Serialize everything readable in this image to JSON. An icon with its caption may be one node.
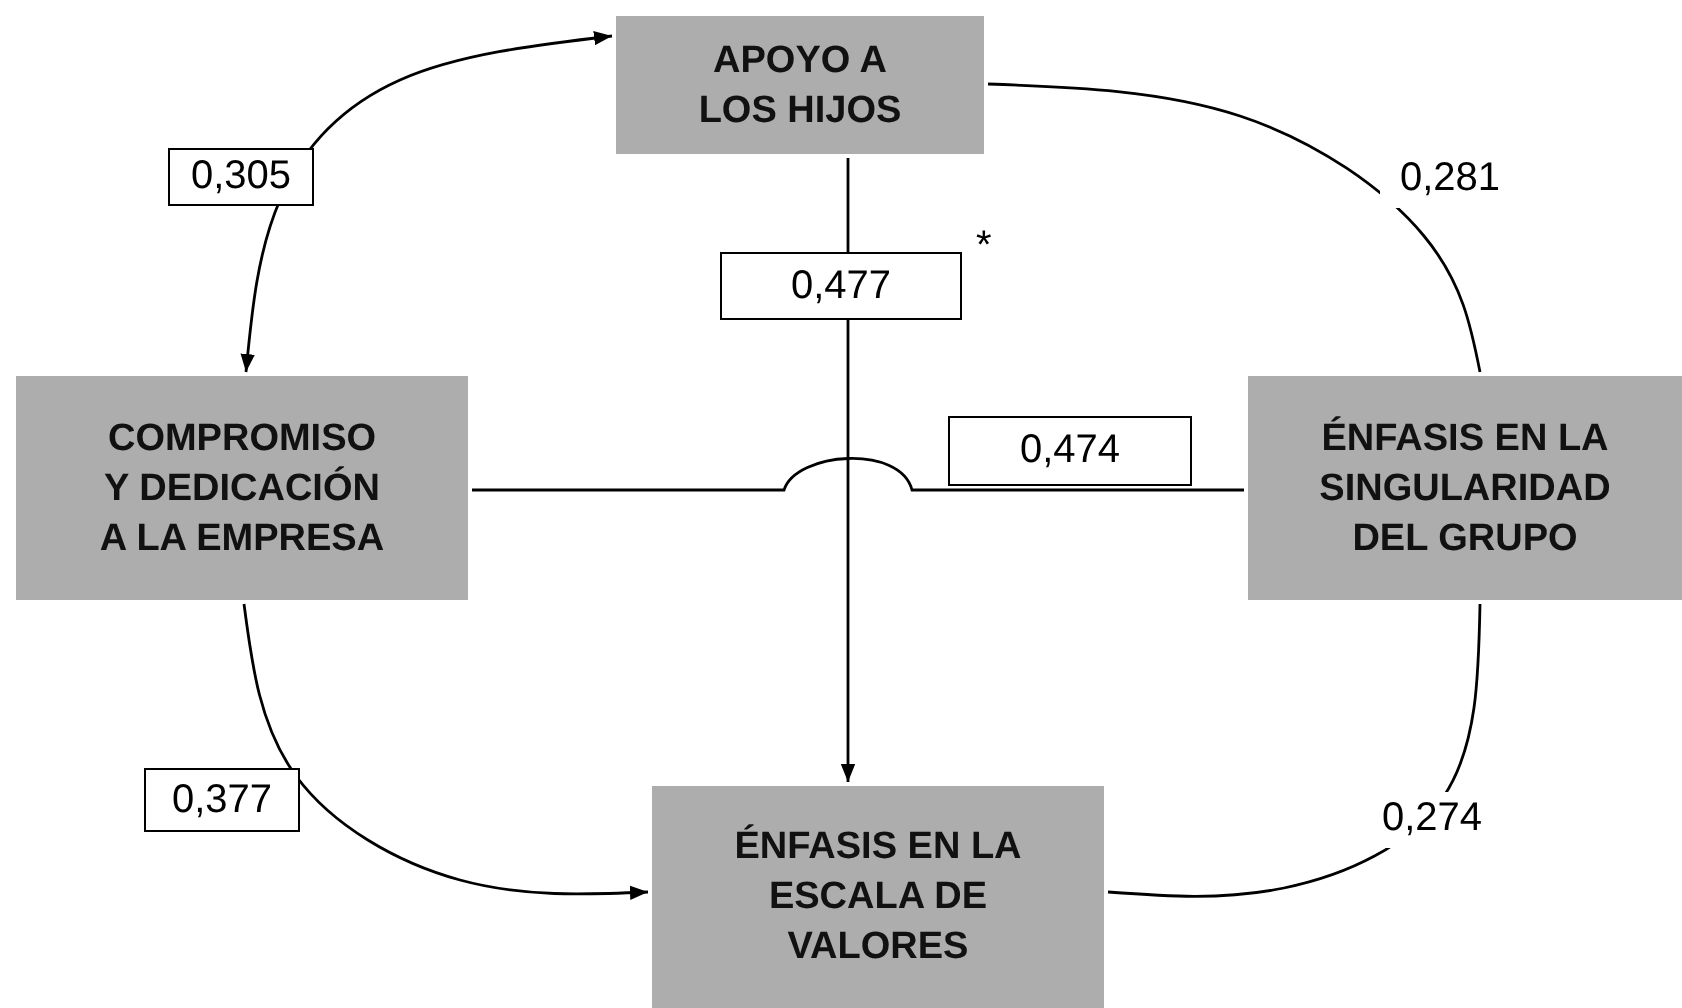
{
  "diagram": {
    "nodes": [
      {
        "text": [
          "APOYO A LOS HIJOS"
        ]
      },
      {
        "text": [
          "COMPROMISO Y DEDICACIÓN A LA EMPRESA"
        ]
      },
      {
        "text": [
          "ÉNFASIS EN LA SINGULARIDAD DEL GRUPO"
        ]
      },
      {
        "text": [
          "ÉNFASIS EN LA ESCALA DE VALORES"
        ]
      }
    ],
    "edges": [
      {
        "from": 0,
        "to": 1,
        "arrow": "both",
        "label": "0,305"
      },
      {
        "from": 0,
        "to": 2,
        "arrow": "none",
        "label": "0,281"
      },
      {
        "from": 0,
        "to": 3,
        "arrow": "to",
        "label": "0,477"
      },
      {
        "from": 1,
        "to": 2,
        "arrow": "none",
        "label": "0,474"
      },
      {
        "from": 1,
        "to": 3,
        "arrow": "to",
        "label": "0,377"
      },
      {
        "from": 2,
        "to": 3,
        "arrow": "none",
        "label": "0,274"
      }
    ],
    "labels": [
      "*"
    ]
  }
}
